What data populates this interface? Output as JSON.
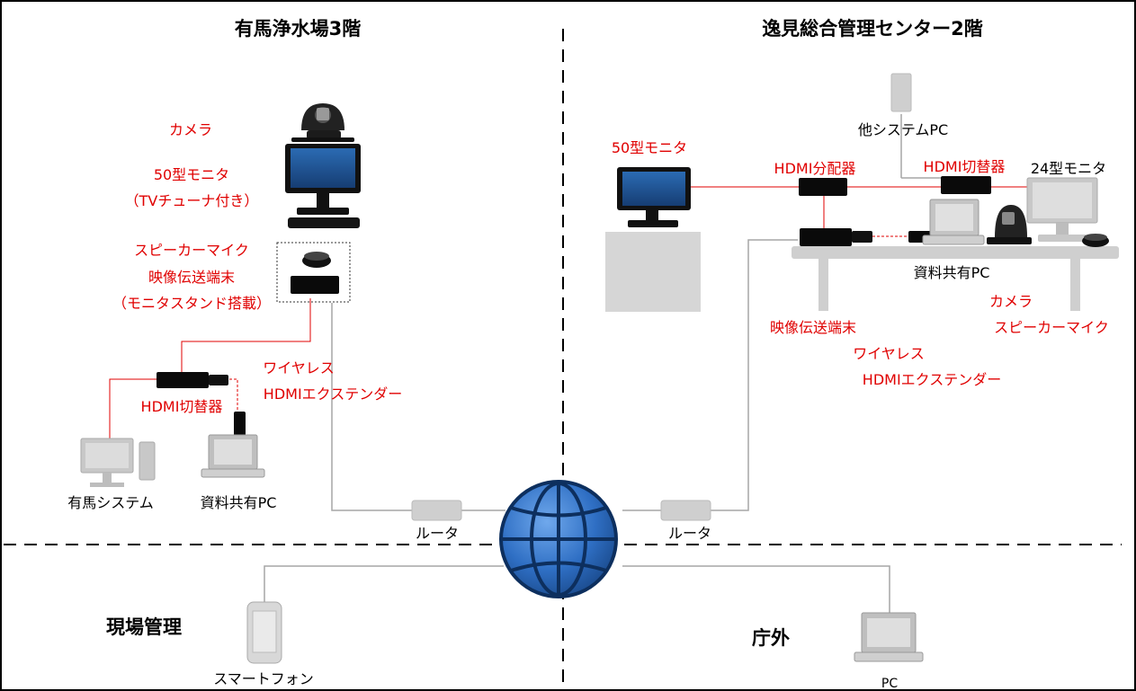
{
  "sections": {
    "arima": "有馬浄水場3階",
    "center": "逸見総合管理センター2階",
    "field": "現場管理",
    "outside": "庁外"
  },
  "arima_labels": {
    "camera": "カメラ",
    "monitor_line1": "50型モニタ",
    "monitor_line2": "（TVチューナ付き）",
    "speaker": "スピーカーマイク",
    "encoder": "映像伝送端末",
    "stand": "（モニタスタンド搭載）",
    "wireless_line1": "ワイヤレス",
    "wireless_line2": "HDMIエクステンダー",
    "switcher": "HDMI切替器",
    "system_pc": "有馬システム",
    "share_pc": "資料共有PC",
    "router": "ルータ"
  },
  "center_labels": {
    "monitor50": "50型モニタ",
    "other_pc": "他システムPC",
    "splitter": "HDMI分配器",
    "switcher": "HDMI切替器",
    "monitor24": "24型モニタ",
    "share_pc": "資料共有PC",
    "camera": "カメラ",
    "speaker": "スピーカーマイク",
    "encoder": "映像伝送端末",
    "wireless_line1": "ワイヤレス",
    "wireless_line2": "HDMIエクステンダー",
    "router": "ルータ"
  },
  "remote_labels": {
    "smartphone": "スマートフォン",
    "pc": "PC"
  },
  "colors": {
    "label_red": "#e00000",
    "cable_red": "#e00000",
    "cable_gray": "#a6a6a6",
    "globe_blue": "#2f6fc4"
  }
}
